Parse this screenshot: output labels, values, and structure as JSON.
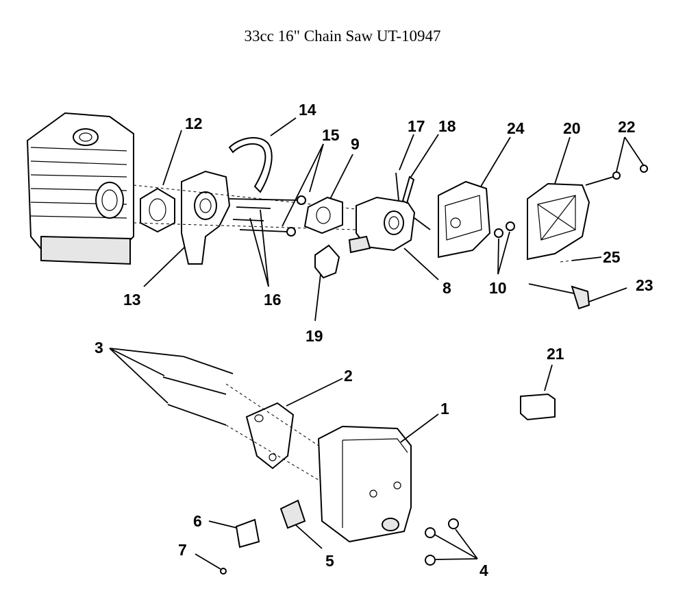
{
  "title": "33cc 16\" Chain Saw UT-10947",
  "callouts": {
    "c1": "1",
    "c2": "2",
    "c3": "3",
    "c4": "4",
    "c5": "5",
    "c6": "6",
    "c7": "7",
    "c8": "8",
    "c9": "9",
    "c10": "10",
    "c12": "12",
    "c13": "13",
    "c14": "14",
    "c15": "15",
    "c16": "16",
    "c17": "17",
    "c18": "18",
    "c19": "19",
    "c20": "20",
    "c21": "21",
    "c22": "22",
    "c23": "23",
    "c24": "24",
    "c25": "25"
  }
}
